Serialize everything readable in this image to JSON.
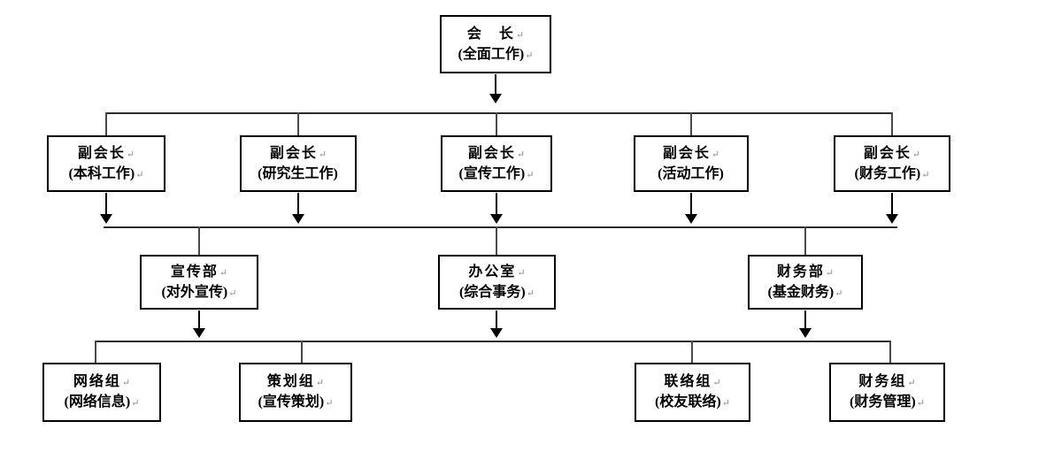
{
  "diagram": {
    "type": "org-chart",
    "background_color": "#ffffff",
    "box_border_color": "#000000",
    "text_color": "#000000",
    "connector_color": "#2b2b2b",
    "return_mark_color": "#8a8a8a",
    "return_mark_glyph": "↵",
    "nodes": {
      "president": {
        "title": "会　长",
        "subtitle": "(全面工作)",
        "mark1": "↵",
        "mark2": "↵"
      },
      "vp_undergrad": {
        "title": "副会长",
        "subtitle": "(本科工作)",
        "mark1": "↵",
        "mark2": "↵"
      },
      "vp_graduate": {
        "title": "副会长",
        "subtitle": "(研究生工作)",
        "mark1": "↵",
        "mark2": ""
      },
      "vp_publicity": {
        "title": "副会长",
        "subtitle": "(宣传工作)",
        "mark1": "↵",
        "mark2": "↵"
      },
      "vp_activity": {
        "title": "副会长",
        "subtitle": "(活动工作)",
        "mark1": "↵",
        "mark2": ""
      },
      "vp_finance": {
        "title": "副会长",
        "subtitle": "(财务工作)",
        "mark1": "↵",
        "mark2": "↵"
      },
      "dept_publicity": {
        "title": "宣传部",
        "subtitle": "(对外宣传)",
        "mark1": "↵",
        "mark2": "↵"
      },
      "dept_office": {
        "title": "办公室",
        "subtitle": "(综合事务)",
        "mark1": "↵",
        "mark2": "↵"
      },
      "dept_finance": {
        "title": "财务部",
        "subtitle": "(基金财务)",
        "mark1": "↵",
        "mark2": "↵"
      },
      "grp_network": {
        "title": "网络组",
        "subtitle": "(网络信息)",
        "mark1": "↵",
        "mark2": "↵"
      },
      "grp_planning": {
        "title": "策划组",
        "subtitle": "(宣传策划)",
        "mark1": "↵",
        "mark2": "↵"
      },
      "grp_liaison": {
        "title": "联络组",
        "subtitle": "(校友联络)",
        "mark1": "↵",
        "mark2": "↵"
      },
      "grp_finance": {
        "title": "财务组",
        "subtitle": "(财务管理)",
        "mark1": "↵",
        "mark2": "↵"
      }
    }
  }
}
